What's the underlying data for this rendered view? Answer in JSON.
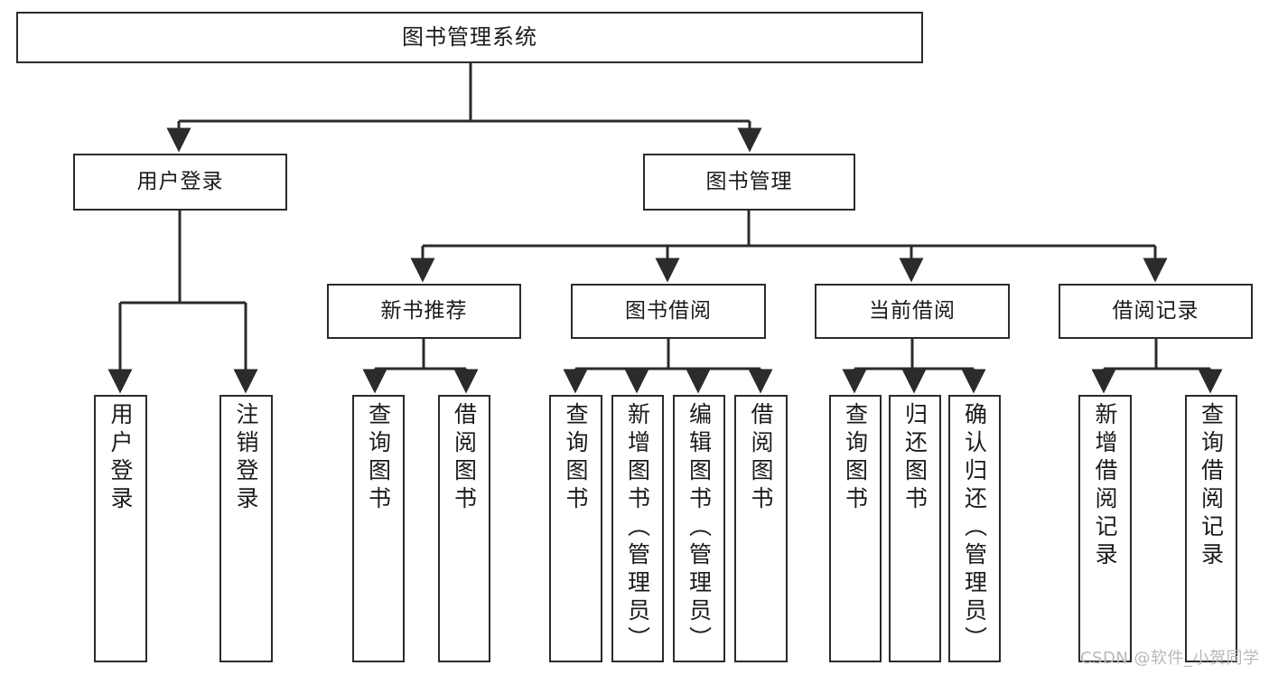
{
  "diagram": {
    "type": "tree",
    "root": {
      "label": "图书管理系统"
    },
    "level1": [
      {
        "label": "用户登录"
      },
      {
        "label": "图书管理"
      }
    ],
    "level2": [
      {
        "label": "新书推荐"
      },
      {
        "label": "图书借阅"
      },
      {
        "label": "当前借阅"
      },
      {
        "label": "借阅记录"
      }
    ],
    "leaves": {
      "user_login": [
        {
          "label": "用户登录"
        },
        {
          "label": "注销登录"
        }
      ],
      "new_book_recommend": [
        {
          "label": "查询图书"
        },
        {
          "label": "借阅图书"
        }
      ],
      "book_borrow": [
        {
          "label": "查询图书"
        },
        {
          "label": "新增图书（管理员）"
        },
        {
          "label": "编辑图书（管理员）"
        },
        {
          "label": "借阅图书"
        }
      ],
      "current_borrow": [
        {
          "label": "查询图书"
        },
        {
          "label": "归还图书"
        },
        {
          "label": "确认归还（管理员）"
        }
      ],
      "borrow_record": [
        {
          "label": "新增借阅记录"
        },
        {
          "label": "查询借阅记录"
        }
      ]
    },
    "watermark": "CSDN @软件_小贺同学",
    "colors": {
      "stroke": "#2b2b2b",
      "fill": "#ffffff",
      "text": "#1b1b1b",
      "watermark": "#b8b8b8"
    }
  }
}
